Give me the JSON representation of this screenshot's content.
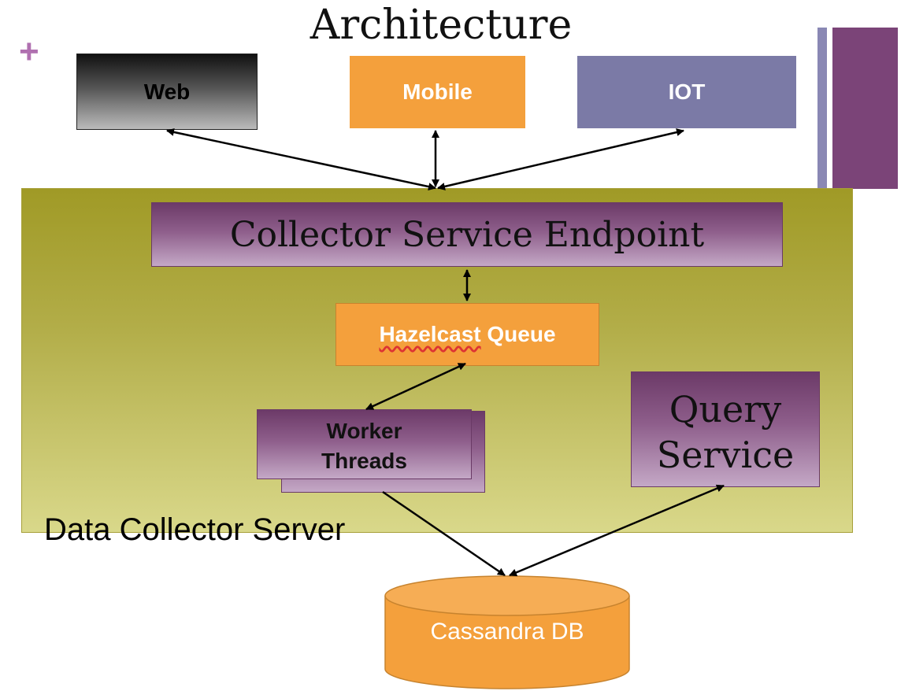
{
  "title": "Architecture",
  "decoration": {
    "plus_symbol": "+"
  },
  "clients": {
    "web": "Web",
    "mobile": "Mobile",
    "iot": "IOT"
  },
  "server": {
    "label": "Data Collector Server",
    "endpoint": "Collector Service Endpoint",
    "queue": {
      "prefix": "Hazelcast",
      "suffix": " Queue"
    },
    "worker": {
      "line1": "Worker",
      "line2": "Threads"
    },
    "query": {
      "line1": "Query",
      "line2": "Service"
    }
  },
  "database": "Cassandra DB",
  "colors": {
    "orange": "#f4a03c",
    "iot_purple": "#7b7aa6",
    "deep_purple": "#7b4478",
    "olive": "#a09a26",
    "plus": "#b070b0"
  }
}
